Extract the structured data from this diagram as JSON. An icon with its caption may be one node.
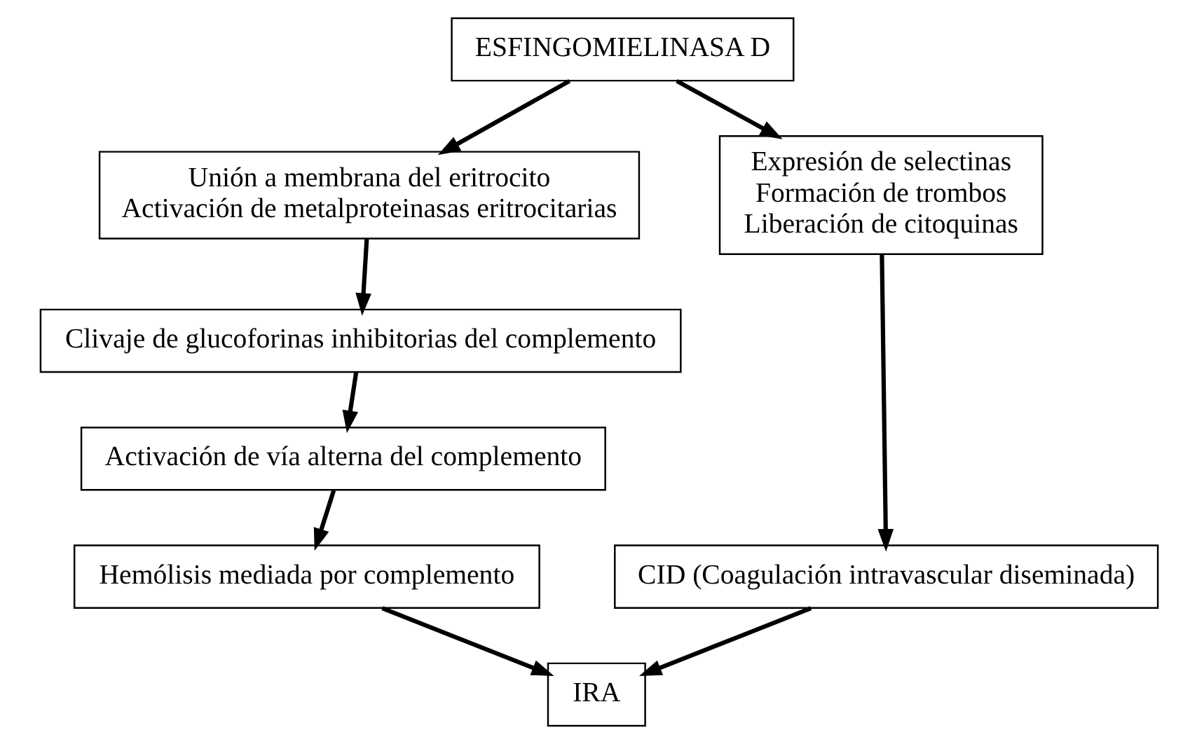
{
  "diagram": {
    "nodes": [
      {
        "text": [
          "ESFINGOMIELINASA D"
        ]
      },
      {
        "text": [
          "Unión a membrana del eritrocito",
          "Activación de metalproteinasas eritrocitarias"
        ]
      },
      {
        "text": [
          "Expresión de selectinas",
          "Formación de trombos",
          "Liberación de citoquinas"
        ]
      },
      {
        "text": [
          "Clivaje de glucoforinas inhibitorias del complemento"
        ]
      },
      {
        "text": [
          "Activación de vía alterna del complemento"
        ]
      },
      {
        "text": [
          "Hemólisis mediada por complemento"
        ]
      },
      {
        "text": [
          "CID (Coagulación intravascular diseminada)"
        ]
      },
      {
        "text": [
          "IRA"
        ]
      }
    ],
    "edges": [
      {
        "from": 0,
        "to": 1,
        "arrow": "to"
      },
      {
        "from": 0,
        "to": 2,
        "arrow": "to"
      },
      {
        "from": 1,
        "to": 3,
        "arrow": "to"
      },
      {
        "from": 3,
        "to": 4,
        "arrow": "to"
      },
      {
        "from": 4,
        "to": 5,
        "arrow": "to"
      },
      {
        "from": 2,
        "to": 6,
        "arrow": "to"
      },
      {
        "from": 5,
        "to": 7,
        "arrow": "to"
      },
      {
        "from": 6,
        "to": 7,
        "arrow": "to"
      }
    ]
  }
}
